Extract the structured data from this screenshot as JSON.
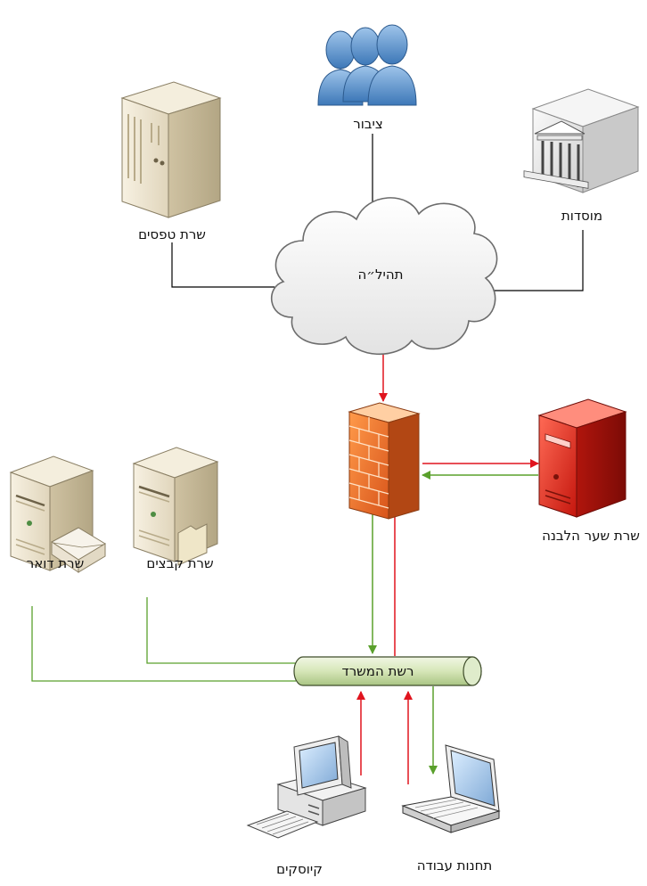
{
  "nodes": {
    "public": "ציבור",
    "forms_server": "שרת טפסים",
    "institutions": "מוסדות",
    "internet": "תהיל״ה",
    "whitening_gateway": "שרת שער הלבנה",
    "mail_server": "שרת דואר",
    "file_server": "שרת קבצים",
    "office_network": "רשת המשרד",
    "kiosks": "קיוסקים",
    "workstations": "תחנות עבודה"
  },
  "colors": {
    "outbound_arrow": "#e0141e",
    "inbound_arrow": "#5aa02c",
    "plain_link": "#000000",
    "office_link": "#5aa02c"
  }
}
